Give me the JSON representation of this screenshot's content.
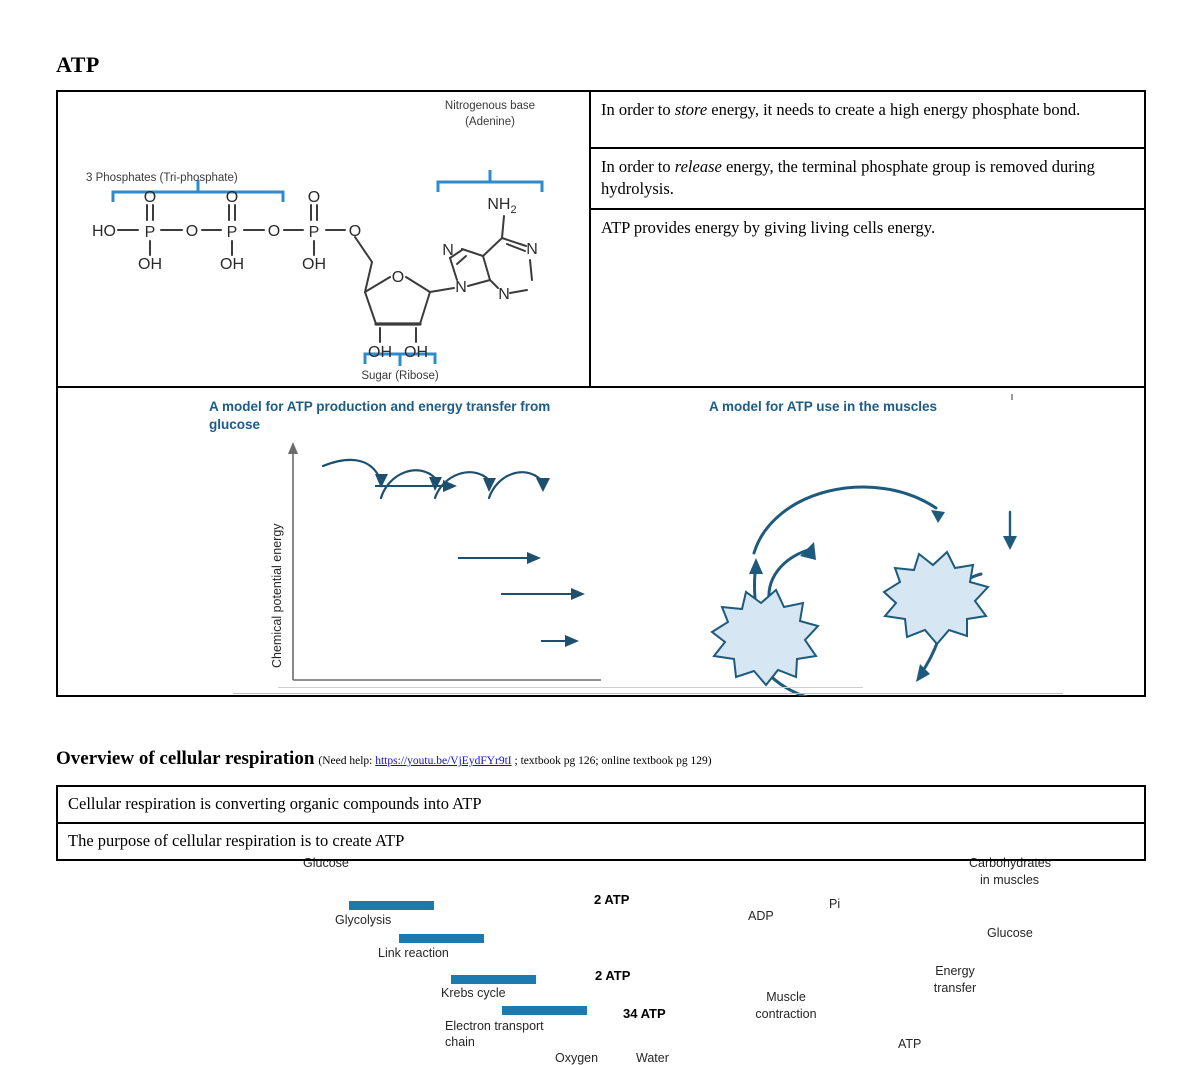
{
  "section1": {
    "title": "ATP",
    "facts": [
      "In order to <i>store</i> energy,  it needs to create a high energy phosphate bond.",
      "In order to <i>release</i> energy, the terminal phosphate group is removed during hydrolysis.",
      "ATP provides energy by giving living cells energy."
    ]
  },
  "molecule": {
    "label_phosphates": "3 Phosphates (Tri-phosphate)",
    "label_base_line1": "Nitrogenous base",
    "label_base_line2": "(Adenine)",
    "label_sugar": "Sugar (Ribose)",
    "atoms": {
      "ho": "HO",
      "p1": "P",
      "p2": "P",
      "p3": "P",
      "o_top1": "O",
      "o_top2": "O",
      "o_top3": "O",
      "oh_bot1": "OH",
      "oh_bot2": "OH",
      "oh_bot3": "OH",
      "o_link1": "O",
      "o_link2": "O",
      "o_link3": "O",
      "nh2": "NH",
      "nh2_sub": "2",
      "ring_n1": "N",
      "ring_n2": "N",
      "ring_n3": "N",
      "ring_n4": "N",
      "ring_o": "O",
      "sugar_oh1": "OH",
      "sugar_oh2": "OH"
    },
    "accent_color": "#2e8ccc"
  },
  "chart_data": [
    {
      "type": "bar",
      "title": "A model for ATP production and energy transfer from glucose",
      "ylabel": "Chemical potential energy",
      "xlabel": "",
      "categories": [
        "Glycolysis",
        "Link reaction",
        "Krebs cycle",
        "Electron transport chain"
      ],
      "values": [
        4,
        3,
        2,
        1
      ],
      "annotations": [
        "Glucose",
        "2 ATP",
        "2 ATP",
        "34 ATP",
        "Oxygen",
        "Water"
      ],
      "outputs": [
        {
          "stage": "Glycolysis",
          "atp": "2 ATP"
        },
        {
          "stage": "Krebs cycle",
          "atp": "2 ATP"
        },
        {
          "stage": "Electron transport chain",
          "atp": "34 ATP"
        }
      ],
      "input": "Glucose",
      "terminal_reaction": {
        "from": "Oxygen",
        "to": "Water"
      },
      "grid": false,
      "legend": "none",
      "bar_color": "#1b7ab0",
      "title_color": "#1a5c8a"
    },
    {
      "type": "diagram",
      "title": "A model for ATP use in the muscles",
      "nodes": [
        "Muscle contraction",
        "Energy transfer"
      ],
      "labels": [
        "ADP",
        "Pi",
        "ATP",
        "Glucose",
        "Carbohydrates in muscles"
      ],
      "carbs_line1": "Carbohydrates",
      "carbs_line2": "in muscles",
      "node1_line1": "Muscle",
      "node1_line2": "contraction",
      "node2_line1": "Energy",
      "node2_line2": "transfer",
      "node_fill": "#d6e6f2",
      "node_stroke": "#1d5a7c",
      "title_color": "#1a5c8a"
    }
  ],
  "section2": {
    "title": "Overview of cellular respiration",
    "note_prefix": "(Need help: ",
    "link_text": "https://youtu.be/VjEydFYr9tI",
    "note_suffix": " ; textbook pg 126; online textbook pg 129)",
    "rows": [
      "Cellular respiration is converting organic compounds into ATP",
      "The purpose of cellular respiration is to create ATP"
    ]
  }
}
